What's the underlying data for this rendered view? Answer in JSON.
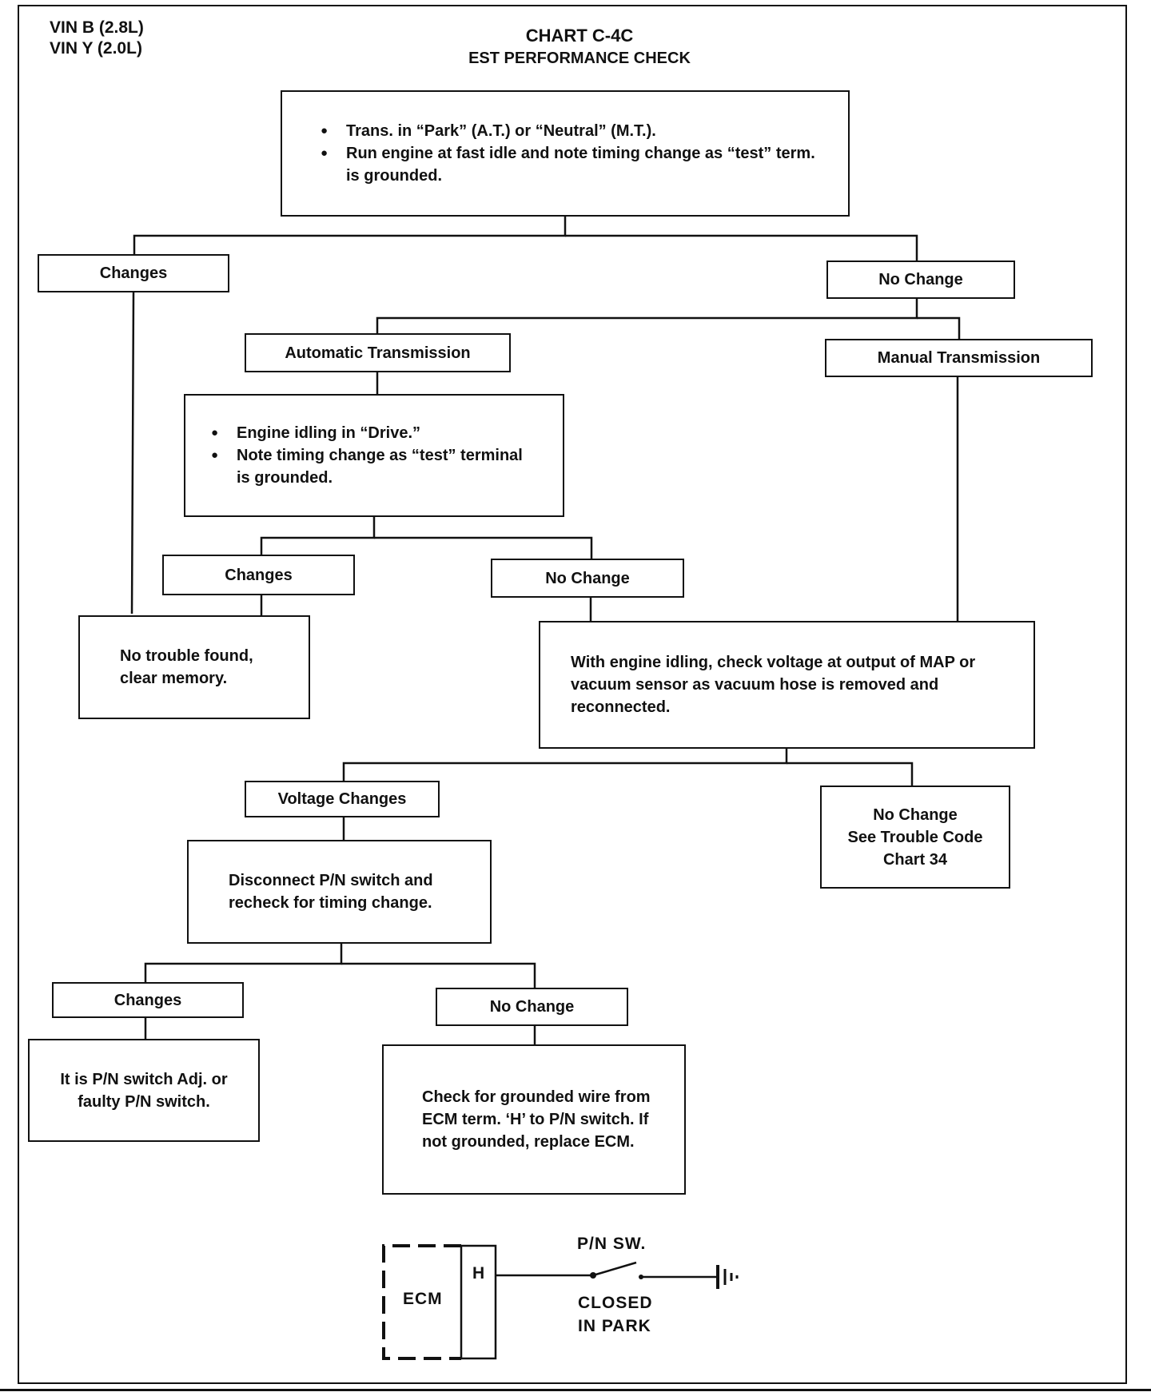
{
  "header": {
    "vin_lines": [
      "VIN B (2.8L)",
      "VIN Y (2.0L)"
    ],
    "chart_title": "CHART C-4C",
    "chart_subtitle": "EST PERFORMANCE CHECK"
  },
  "flowchart": {
    "start": {
      "bullets": [
        "Trans. in “Park” (A.T.) or “Neutral” (M.T.).",
        "Run engine at fast idle and note timing change as “test” term. is grounded."
      ]
    },
    "changes_1": "Changes",
    "no_change_1": "No Change",
    "automatic": "Automatic Transmission",
    "manual": "Manual Transmission",
    "drive_check": {
      "bullets": [
        "Engine idling in “Drive.”",
        "Note timing change as “test” terminal is grounded."
      ]
    },
    "changes_2": "Changes",
    "no_change_2": "No Change",
    "no_trouble": "No trouble found, clear memory.",
    "map_check": "With engine idling, check voltage at output of MAP or vacuum sensor as vacuum hose is removed and reconnected.",
    "voltage_changes": "Voltage Changes",
    "no_change_code": [
      "No Change",
      "See Trouble Code",
      "Chart 34"
    ],
    "pn_disconnect": "Disconnect P/N switch and recheck for timing change.",
    "changes_3": "Changes",
    "no_change_3": "No Change",
    "pn_faulty": "It is P/N switch Adj. or faulty P/N switch.",
    "grounded_wire": "Check for grounded wire from ECM term. ‘H’ to P/N switch. If not grounded, replace ECM."
  },
  "schematic": {
    "ecm_label": "ECM",
    "terminal_label": "H",
    "switch_label": "P/N SW.",
    "switch_state_lines": [
      "CLOSED",
      "IN PARK"
    ]
  }
}
